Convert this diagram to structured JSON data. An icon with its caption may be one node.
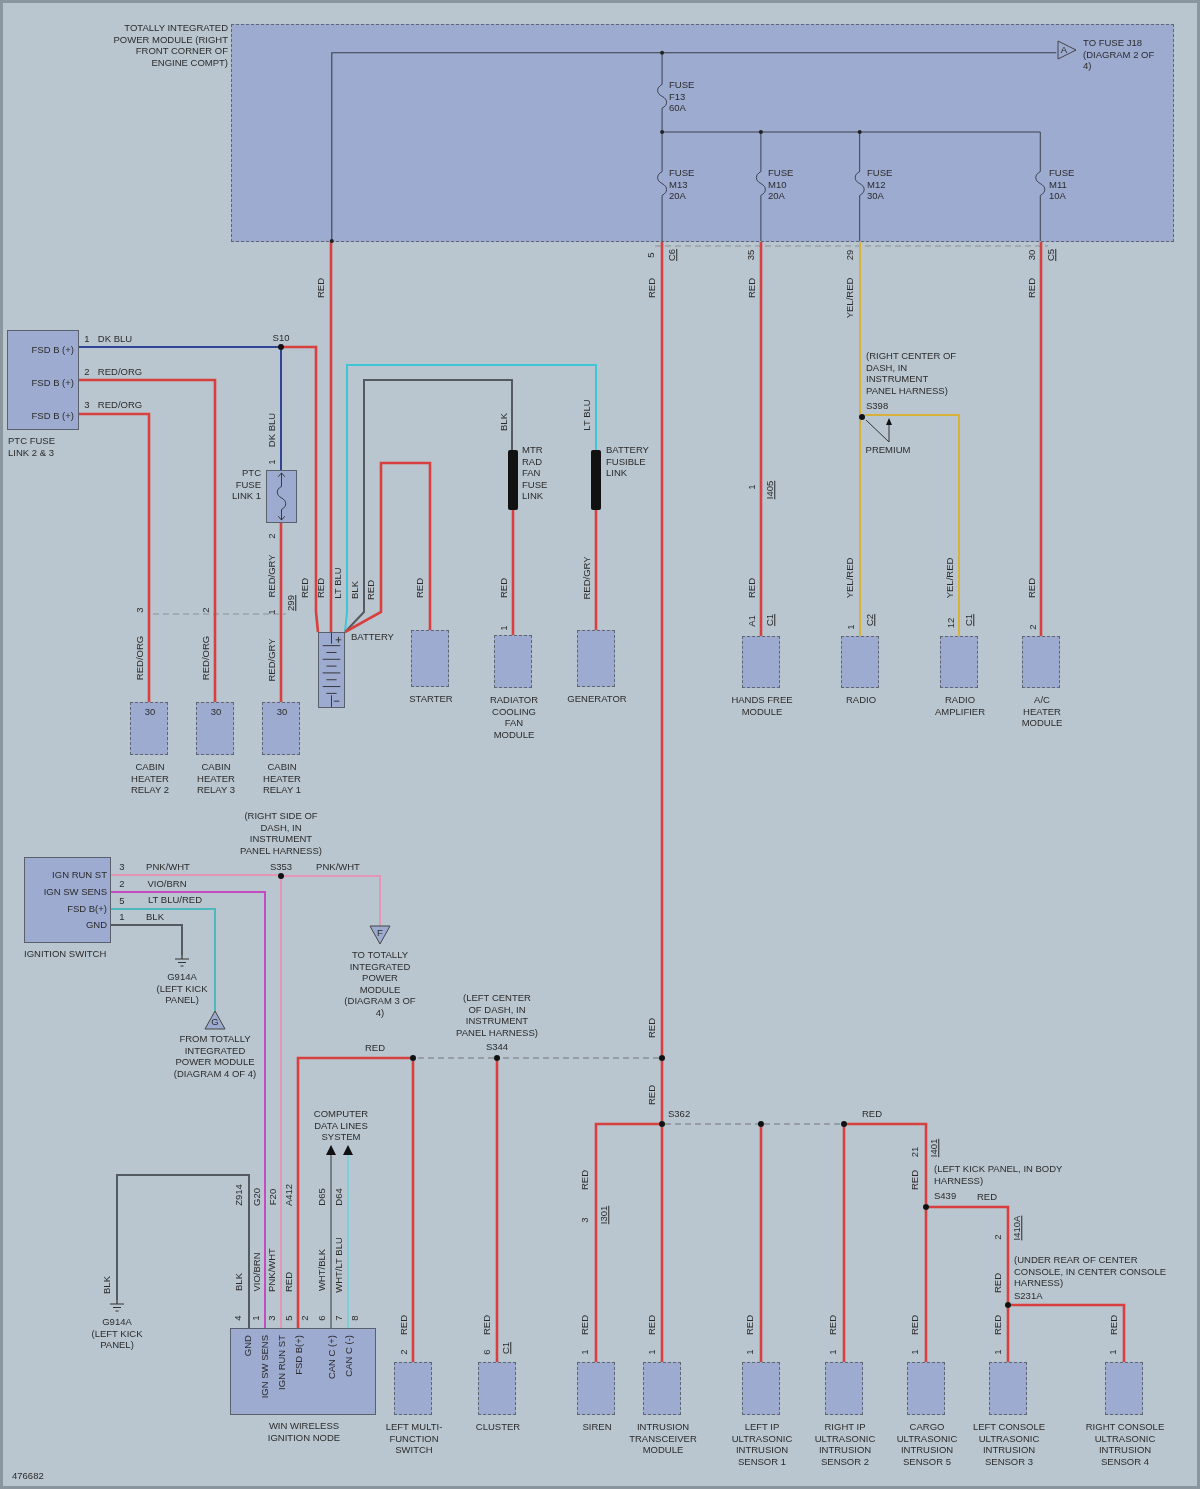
{
  "diagram": {
    "nodes": [
      {
        "text": [
          "TOTALLY INTEGRATED POWER MODULE (RIGHT FRONT CORNER OF ENGINE COMPT)"
        ]
      },
      {
        "text": [
          "A"
        ],
        "in": 0,
        "beside": [
          "TO FUSE J18 (DIAGRAM 2 OF 4)"
        ]
      },
      {
        "text": [
          "FSD B (+)",
          "FSD B (+)",
          "FSD B (+)",
          "PTC FUSE LINK 2 & 3"
        ]
      },
      {
        "text": [
          "S10"
        ]
      },
      {
        "text": [
          "PTC FUSE LINK 1"
        ]
      },
      {
        "text": [
          "MTR RAD FAN FUSE LINK"
        ]
      },
      {
        "text": [
          "BATTERY FUSIBLE LINK"
        ]
      },
      {
        "text": [
          "BATTERY"
        ]
      },
      {
        "text": [
          "STARTER"
        ]
      },
      {
        "text": [
          "RADIATOR COOLING FAN MODULE"
        ]
      },
      {
        "text": [
          "GENERATOR"
        ]
      },
      {
        "text": [
          "HANDS FREE MODULE"
        ]
      },
      {
        "text": [
          "RADIO"
        ]
      },
      {
        "text": [
          "RADIO AMPLIFIER"
        ]
      },
      {
        "text": [
          "A/C HEATER MODULE"
        ]
      },
      {
        "text": [
          "(RIGHT CENTER OF DASH, IN INSTRUMENT PANEL HARNESS)",
          "S398"
        ]
      },
      {
        "text": [
          "30",
          "CABIN HEATER RELAY 2"
        ]
      },
      {
        "text": [
          "30",
          "CABIN HEATER RELAY 3"
        ]
      },
      {
        "text": [
          "30",
          "CABIN HEATER RELAY 1"
        ]
      },
      {
        "text": [
          "IGN RUN ST",
          "IGN SW SENS",
          "FSD B(+)",
          "GND",
          "IGNITION SWITCH"
        ]
      },
      {
        "text": [
          "(RIGHT SIDE OF DASH, IN INSTRUMENT PANEL HARNESS)",
          "S353"
        ]
      },
      {
        "text": [
          "F"
        ],
        "beside": [
          "TO TOTALLY INTEGRATED POWER MODULE (DIAGRAM 3 OF 4)"
        ]
      },
      {
        "text": [
          "G914A (LEFT KICK PANEL)"
        ]
      },
      {
        "text": [
          "G"
        ],
        "beside": [
          "FROM TOTALLY INTEGRATED POWER MODULE (DIAGRAM 4 OF 4)"
        ]
      },
      {
        "text": [
          "G914A (LEFT KICK PANEL)"
        ]
      },
      {
        "text": [
          "GND",
          "IGN SW SENS",
          "IGN RUN ST",
          "FSD B(+)",
          "CAN C (+)",
          "CAN C (-)",
          "WIN WIRELESS IGNITION NODE"
        ]
      },
      {
        "text": [
          "COMPUTER DATA LINES SYSTEM"
        ]
      },
      {
        "text": [
          "(LEFT CENTER OF DASH, IN INSTRUMENT PANEL HARNESS)",
          "S344"
        ]
      },
      {
        "text": [],
        "shape": "circle"
      },
      {
        "text": [],
        "shape": "circle"
      },
      {
        "text": [
          "LEFT MULTI-FUNCTION SWITCH"
        ]
      },
      {
        "text": [
          "CLUSTER"
        ]
      },
      {
        "text": [
          "S362"
        ]
      },
      {
        "text": [],
        "shape": "circle"
      },
      {
        "text": [],
        "shape": "circle"
      },
      {
        "text": [
          "(LEFT KICK PANEL, IN BODY HARNESS)",
          "S439"
        ]
      },
      {
        "text": [
          "(UNDER REAR OF CENTER CONSOLE, IN CENTER CONSOLE HARNESS)",
          "S231A"
        ]
      },
      {
        "text": [
          "SIREN"
        ]
      },
      {
        "text": [
          "INTRUSION TRANSCEIVER MODULE"
        ]
      },
      {
        "text": [
          "LEFT IP ULTRASONIC INTRUSION SENSOR 1"
        ]
      },
      {
        "text": [
          "RIGHT IP ULTRASONIC INTRUSION SENSOR 2"
        ]
      },
      {
        "text": [
          "CARGO ULTRASONIC INTRUSION SENSOR 5"
        ]
      },
      {
        "text": [
          "LEFT CONSOLE ULTRASONIC INTRUSION SENSOR 3"
        ]
      },
      {
        "text": [
          "RIGHT CONSOLE ULTRASONIC INTRUSION SENSOR 4"
        ]
      }
    ],
    "edges": [
      {
        "from": 0,
        "to": 7,
        "arrow": "none",
        "label": "RED"
      },
      {
        "from": 2,
        "to": 3,
        "arrow": "none",
        "label": "DK BLU",
        "color": "#2e4494"
      },
      {
        "from": 3,
        "to": 7,
        "arrow": "none",
        "label": "RED"
      },
      {
        "from": 3,
        "to": 4,
        "arrow": "none",
        "label": "DK BLU",
        "color": "#2e4494"
      },
      {
        "from": 2,
        "to": 16,
        "arrow": "none",
        "label": "RED/ORG"
      },
      {
        "from": 2,
        "to": 17,
        "arrow": "none",
        "label": "RED/ORG"
      },
      {
        "from": 4,
        "to": 18,
        "arrow": "none",
        "label": "RED/GRY"
      },
      {
        "from": 5,
        "to": 7,
        "arrow": "none",
        "label": "BLK",
        "color": "#555a60"
      },
      {
        "from": 6,
        "to": 7,
        "arrow": "none",
        "label": "LT BLU",
        "color": "#3ec6d6"
      },
      {
        "from": 7,
        "to": 8,
        "arrow": "none",
        "label": "RED"
      },
      {
        "from": 5,
        "to": 9,
        "arrow": "none",
        "label": "RED"
      },
      {
        "from": 6,
        "to": 10,
        "arrow": "none",
        "label": "RED/GRY"
      },
      {
        "from": 0,
        "to": 28,
        "arrow": "none",
        "label": "RED"
      },
      {
        "from": 0,
        "to": 11,
        "arrow": "none",
        "label": "RED"
      },
      {
        "from": 0,
        "to": 15,
        "arrow": "none",
        "label": "YEL/RED",
        "color": "#d8b13a"
      },
      {
        "from": 15,
        "to": 12,
        "arrow": "none",
        "label": "YEL/RED",
        "color": "#d8b13a"
      },
      {
        "from": 15,
        "to": 13,
        "arrow": "none",
        "label": "YEL/RED",
        "color": "#d8b13a"
      },
      {
        "from": 0,
        "to": 14,
        "arrow": "none",
        "label": "RED"
      },
      {
        "from": 19,
        "to": 20,
        "arrow": "none",
        "label": "PNK/WHT",
        "color": "#e596b4"
      },
      {
        "from": 20,
        "to": 21,
        "arrow": "none",
        "label": "PNK/WHT",
        "color": "#e596b4"
      },
      {
        "from": 20,
        "to": 25,
        "arrow": "none",
        "label": "PNK/WHT",
        "color": "#e596b4"
      },
      {
        "from": 19,
        "to": 25,
        "arrow": "none",
        "label": "VIO/BRN",
        "color": "#c34cc3"
      },
      {
        "from": 19,
        "to": 23,
        "arrow": "none",
        "label": "LT BLU/RED",
        "color": "#4fb8bc"
      },
      {
        "from": 19,
        "to": 22,
        "arrow": "none",
        "label": "BLK",
        "color": "#555a60"
      },
      {
        "from": 25,
        "to": 24,
        "arrow": "none",
        "label": "BLK",
        "color": "#555a60"
      },
      {
        "from": 25,
        "to": 26,
        "arrow": "to",
        "label": "WHT/BLK",
        "color": "#7a7f86"
      },
      {
        "from": 25,
        "to": 26,
        "arrow": "to",
        "label": "WHT/LT BLU",
        "color": "#7fd0dc"
      },
      {
        "from": 29,
        "to": 25,
        "arrow": "none",
        "label": "RED"
      },
      {
        "from": 28,
        "to": 27,
        "arrow": "none",
        "style": "dashed",
        "color": "#8a9096"
      },
      {
        "from": 27,
        "to": 29,
        "arrow": "none",
        "style": "dashed",
        "color": "#8a9096"
      },
      {
        "from": 29,
        "to": 30,
        "arrow": "none",
        "label": "RED"
      },
      {
        "from": 27,
        "to": 31,
        "arrow": "none",
        "label": "RED"
      },
      {
        "from": 28,
        "to": 32,
        "arrow": "none",
        "label": "RED"
      },
      {
        "from": 32,
        "to": 37,
        "arrow": "none",
        "label": "RED"
      },
      {
        "from": 32,
        "to": 38,
        "arrow": "none",
        "label": "RED"
      },
      {
        "from": 32,
        "to": 33,
        "arrow": "none",
        "style": "dashed",
        "color": "#8a9096"
      },
      {
        "from": 33,
        "to": 34,
        "arrow": "none",
        "style": "dashed",
        "color": "#8a9096"
      },
      {
        "from": 33,
        "to": 39,
        "arrow": "none",
        "label": "RED"
      },
      {
        "from": 34,
        "to": 40,
        "arrow": "none",
        "label": "RED"
      },
      {
        "from": 34,
        "to": 35,
        "arrow": "none",
        "label": "RED"
      },
      {
        "from": 35,
        "to": 41,
        "arrow": "none",
        "label": "RED"
      },
      {
        "from": 35,
        "to": 36,
        "arrow": "none",
        "label": "RED"
      },
      {
        "from": 36,
        "to": 42,
        "arrow": "none",
        "label": "RED"
      },
      {
        "from": 36,
        "to": 43,
        "arrow": "none",
        "label": "RED"
      },
      {
        "from": 0,
        "to": 1,
        "arrow": "none",
        "color": "#3a3f4a"
      }
    ],
    "labels": [
      "FUSE F13 60A",
      "FUSE M13 20A",
      "FUSE M10 20A",
      "FUSE M12 30A",
      "FUSE M11 10A",
      "5",
      "C6",
      "35",
      "29",
      "30",
      "C5",
      "1",
      "2",
      "3",
      "1",
      "2",
      "RED",
      "LT BLU",
      "BLK",
      "RED",
      "3",
      "2",
      "1",
      "299",
      "RED/ORG",
      "RED/ORG",
      "RED/GRY",
      "1",
      "PREMIUM",
      "1",
      "I405",
      "RED",
      "A1",
      "C1",
      "1",
      "C2",
      "12",
      "C1",
      "RED",
      "2",
      "3",
      "2",
      "5",
      "1",
      "RED",
      "Z914",
      "G20",
      "F20",
      "A412",
      "D65",
      "D64",
      "BLK",
      "VIO/BRN",
      "RED",
      "4",
      "1",
      "3",
      "5",
      "2",
      "6",
      "7",
      "8",
      "2",
      "6",
      "C1",
      "3",
      "I301",
      "RED",
      "1",
      "1",
      "1",
      "1",
      "21",
      "I401",
      "RED",
      "1",
      "2",
      "I410A",
      "RED",
      "1",
      "1",
      "476682"
    ]
  }
}
